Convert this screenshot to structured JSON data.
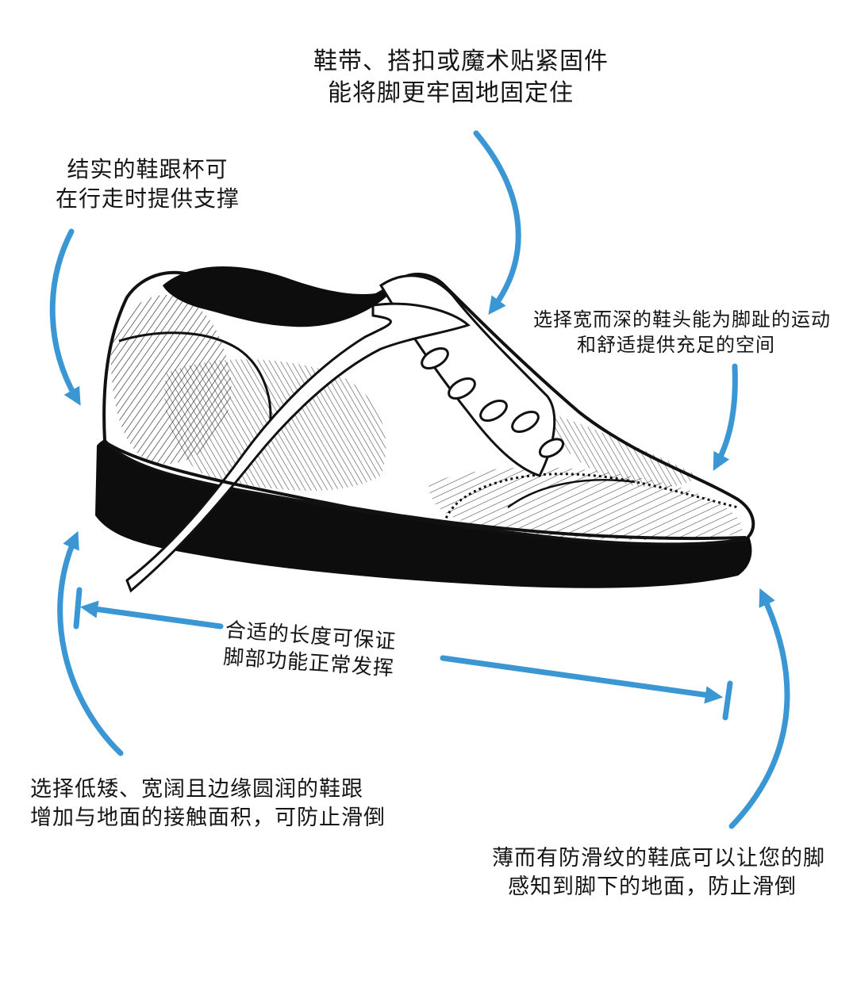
{
  "figure": {
    "subject": "athletic shoe",
    "arrow_color": "#3a97d4",
    "ink_color": "#111111"
  },
  "labels": {
    "laces": [
      "鞋带、搭扣或魔术贴紧固件",
      "能将脚更牢固地固定住"
    ],
    "heel_cup": [
      "结实的鞋跟杯可",
      "在行走时提供支撑"
    ],
    "toe_box": [
      "选择宽而深的鞋头能为脚趾的运动",
      "和舒适提供充足的空间"
    ],
    "length": [
      "合适的长度可保证",
      "脚部功能正常发挥"
    ],
    "heel_base": [
      "选择低矮、宽阔且边缘圆润的鞋跟",
      "增加与地面的接触面积，可防止滑倒"
    ],
    "sole": [
      "薄而有防滑纹的鞋底可以让您的脚",
      "感知到脚下的地面，防止滑倒"
    ]
  }
}
